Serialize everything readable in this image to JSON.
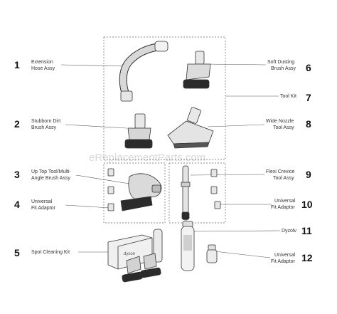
{
  "watermark": "eReplacementParts.com",
  "parts": [
    {
      "number": "1",
      "lines": [
        "Extension",
        "Hose Assy"
      ]
    },
    {
      "number": "2",
      "lines": [
        "Stubborn Dirt",
        "Brush Assy"
      ]
    },
    {
      "number": "3",
      "lines": [
        "Up Top Tool/Multi-",
        "Angle Brush Assy"
      ]
    },
    {
      "number": "4",
      "lines": [
        "Universal",
        "Fit Adaptor"
      ]
    },
    {
      "number": "5",
      "lines": [
        "Spot Cleaning Kit"
      ]
    },
    {
      "number": "6",
      "lines": [
        "Soft Dusting",
        "Brush Assy"
      ]
    },
    {
      "number": "7",
      "lines": [
        "Tool Kit"
      ]
    },
    {
      "number": "8",
      "lines": [
        "Wide Nozzle",
        "Tool Assy"
      ]
    },
    {
      "number": "9",
      "lines": [
        "Flexi Crevice",
        "Tool Assy"
      ]
    },
    {
      "number": "10",
      "lines": [
        "Universal",
        "Fit Adaptor"
      ]
    },
    {
      "number": "11",
      "lines": [
        "Dyzolv"
      ]
    },
    {
      "number": "12",
      "lines": [
        "Universal",
        "Fit Adaptor"
      ]
    }
  ],
  "product_text": {
    "box_brand": "dyson"
  }
}
